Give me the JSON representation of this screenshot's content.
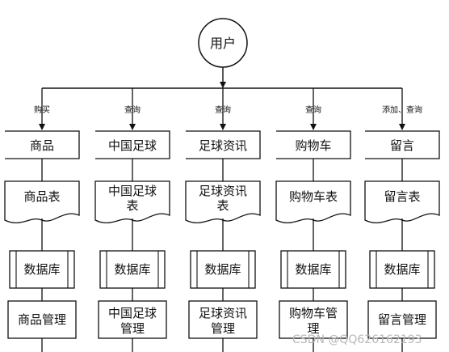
{
  "root": {
    "label": "用户"
  },
  "columns": [
    {
      "edge_label": "购买",
      "module": "商品",
      "table": [
        "商品表"
      ],
      "db": "数据库",
      "manage": [
        "商品管理"
      ]
    },
    {
      "edge_label": "查询",
      "module": "中国足球",
      "table": [
        "中国足球",
        "表"
      ],
      "db": "数据库",
      "manage": [
        "中国足球",
        "管理"
      ]
    },
    {
      "edge_label": "查询",
      "module": "足球资讯",
      "table": [
        "足球资讯",
        "表"
      ],
      "db": "数据库",
      "manage": [
        "足球资讯",
        "管理"
      ]
    },
    {
      "edge_label": "查询",
      "module": "购物车",
      "table": [
        "购物车表"
      ],
      "db": "数据库",
      "manage": [
        "购物车管",
        "理"
      ]
    },
    {
      "edge_label": "添加、查询",
      "module": "留言",
      "table": [
        "留言表"
      ],
      "db": "数据库",
      "manage": [
        "留言管理"
      ]
    }
  ],
  "watermark": "CSDN @QQ626162193"
}
